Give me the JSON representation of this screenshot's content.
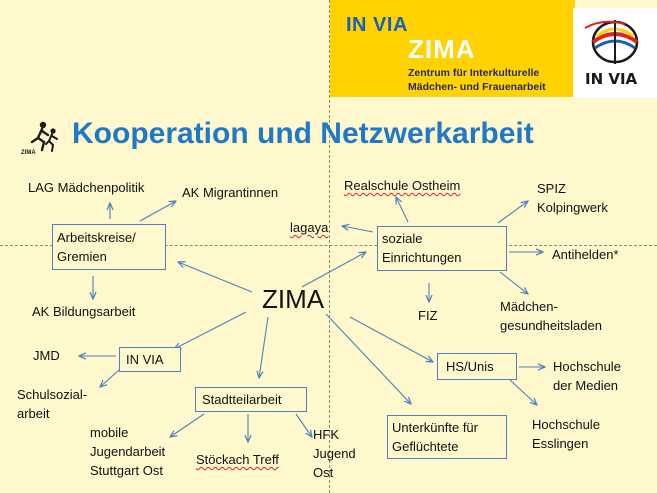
{
  "header": {
    "brand": "IN VIA",
    "zima": "ZIMA",
    "subtitle_line1": "Zentrum für Interkulturelle",
    "subtitle_line2": "Mädchen- und Frauenarbeit",
    "logo_text": "IN VIA"
  },
  "title": "Kooperation und Netzwerkarbeit",
  "center": "ZIMA",
  "boxes": {
    "arbeitskreise": [
      "Arbeitskreise/",
      "Gremien"
    ],
    "soziale": [
      "soziale",
      "Einrichtungen"
    ],
    "invia": "IN VIA",
    "stadtteil": "Stadtteilarbeit",
    "hs": "HS/Unis",
    "unterkuenfte": [
      "Unterkünfte für",
      "Geflüchtete"
    ]
  },
  "labels": {
    "lag": "LAG Mädchenpolitik",
    "ak_migr": "AK Migrantinnen",
    "ak_bild": "AK Bildungsarbeit",
    "realschule": "Realschule Ostheim",
    "spiz": [
      "SPIZ",
      "Kolpingwerk"
    ],
    "lagaya": "lagaya",
    "antihelden": "Antihelden*",
    "fiz": "FIZ",
    "maedchen": [
      "Mädchen-",
      "gesundheitsladen"
    ],
    "jmd": "JMD",
    "schulsozial": [
      "Schulsozial-",
      "arbeit"
    ],
    "mobile": [
      "mobile",
      "Jugendarbeit",
      "Stuttgart Ost"
    ],
    "stoeckach": "Stöckach Treff",
    "hfk": [
      "HFK",
      "Jugend",
      "Ost"
    ],
    "hs_medien": [
      "Hochschule",
      "der Medien"
    ],
    "hs_esslingen": [
      "Hochschule",
      "Esslingen"
    ]
  },
  "colors": {
    "background": "#FFF8CC",
    "title": "#1F78C8",
    "header_band": "#FFD200",
    "box_border": "#4F81BD",
    "arrow": "#4F81BD"
  }
}
